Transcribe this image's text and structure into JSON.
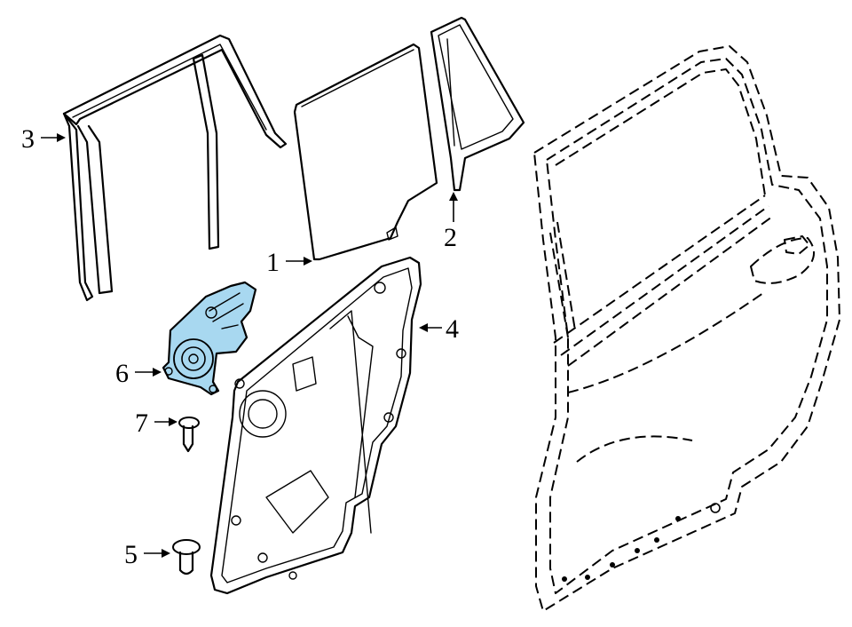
{
  "diagram": {
    "highlight_color": "#a8d8f0",
    "ink_color": "#000000",
    "callouts": [
      {
        "id": "1",
        "label": "1",
        "part": "door-glass"
      },
      {
        "id": "2",
        "label": "2",
        "part": "fixed-quarter-glass"
      },
      {
        "id": "3",
        "label": "3",
        "part": "glass-run-channel"
      },
      {
        "id": "4",
        "label": "4",
        "part": "window-regulator-module-panel"
      },
      {
        "id": "5",
        "label": "5",
        "part": "panel-bolt"
      },
      {
        "id": "6",
        "label": "6",
        "part": "window-motor"
      },
      {
        "id": "7",
        "label": "7",
        "part": "motor-screw"
      }
    ]
  }
}
